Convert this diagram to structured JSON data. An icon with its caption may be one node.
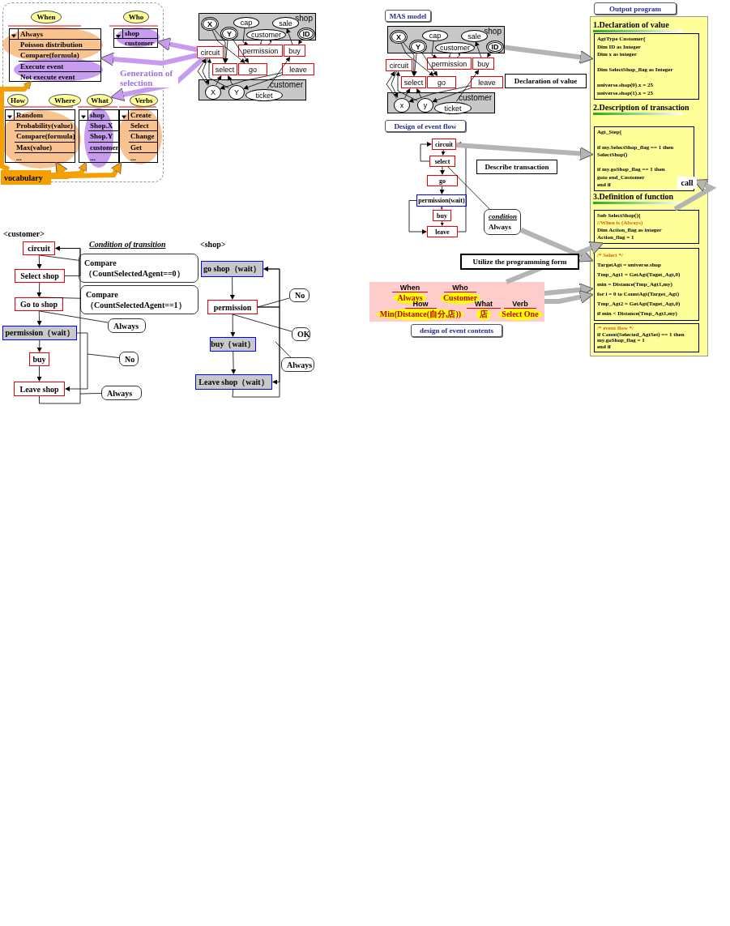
{
  "diagram": {
    "nodes": [
      {
        "text": [],
        "shape": "box"
      },
      {
        "text": [
          "When"
        ],
        "in": 0
      },
      {
        "text": [
          "Who"
        ],
        "in": 0
      },
      {
        "text": [
          "Always",
          "Poisson distribution",
          "Compare(formula)",
          "Execute event",
          "Not execute event"
        ],
        "in": 0
      },
      {
        "text": [
          "shop",
          "customer"
        ],
        "in": 0
      },
      {
        "text": [
          "How"
        ],
        "in": 0
      },
      {
        "text": [
          "Where"
        ],
        "in": 0
      },
      {
        "text": [
          "What"
        ],
        "in": 0
      },
      {
        "text": [
          "Verbs"
        ],
        "in": 0
      },
      {
        "text": [
          "Random",
          "Probability(value)",
          "Compare(formula)",
          "Max(value)",
          "..."
        ],
        "in": 0
      },
      {
        "text": [
          "shop",
          "Shop.X",
          "Shop.Y",
          "customer",
          "..."
        ],
        "in": 0
      },
      {
        "text": [
          "Create",
          "Select",
          "Change",
          "Get",
          "..."
        ],
        "in": 0
      },
      {
        "text": [
          "vocabulary"
        ],
        "in": 0
      },
      {
        "text": [
          "shop"
        ]
      },
      {
        "text": [
          "X"
        ],
        "in": 13
      },
      {
        "text": [
          "cap"
        ],
        "in": 13
      },
      {
        "text": [
          "sale"
        ],
        "in": 13
      },
      {
        "text": [
          "Y"
        ],
        "in": 13
      },
      {
        "text": [
          "customer"
        ],
        "in": 13
      },
      {
        "text": [
          "ID"
        ],
        "in": 13
      },
      {
        "text": [
          "circuit"
        ]
      },
      {
        "text": [
          "permission"
        ]
      },
      {
        "text": [
          "buy"
        ]
      },
      {
        "text": [
          "select"
        ]
      },
      {
        "text": [
          "go"
        ]
      },
      {
        "text": [
          "leave"
        ]
      },
      {
        "text": [
          "customer"
        ]
      },
      {
        "text": [
          "X"
        ],
        "in": 26
      },
      {
        "text": [
          "Y"
        ],
        "in": 26
      },
      {
        "text": [
          "ticket"
        ],
        "in": 26
      },
      {
        "text": [
          "circuit"
        ]
      },
      {
        "text": [
          "Select shop"
        ]
      },
      {
        "text": [
          "Go to shop"
        ]
      },
      {
        "text": [
          "permission（wait）"
        ]
      },
      {
        "text": [
          "buy"
        ]
      },
      {
        "text": [
          "Leave shop"
        ]
      },
      {
        "text": [
          "Compare （CountSelectedAgent==0）"
        ]
      },
      {
        "text": [
          "Compare （CountSelectedAgent==1）"
        ]
      },
      {
        "text": [
          "Always"
        ]
      },
      {
        "text": [
          "No"
        ]
      },
      {
        "text": [
          "Always"
        ]
      },
      {
        "text": [
          "go shop（wait）"
        ]
      },
      {
        "text": [
          "permission"
        ]
      },
      {
        "text": [
          "buy（wait）"
        ]
      },
      {
        "text": [
          "Leave shop（wait）"
        ]
      },
      {
        "text": [
          "No"
        ]
      },
      {
        "text": [
          "OK"
        ]
      },
      {
        "text": [
          "Always"
        ]
      },
      {
        "text": [
          "MAS model"
        ]
      },
      {
        "text": [
          "shop"
        ]
      },
      {
        "text": [
          "X"
        ],
        "in": 49
      },
      {
        "text": [
          "cap"
        ],
        "in": 49
      },
      {
        "text": [
          "sale"
        ],
        "in": 49
      },
      {
        "text": [
          "Y"
        ],
        "in": 49
      },
      {
        "text": [
          "customer"
        ],
        "in": 49
      },
      {
        "text": [
          "ID"
        ],
        "in": 49
      },
      {
        "text": [
          "circuit"
        ]
      },
      {
        "text": [
          "permission"
        ]
      },
      {
        "text": [
          "buy"
        ]
      },
      {
        "text": [
          "select"
        ]
      },
      {
        "text": [
          "go"
        ]
      },
      {
        "text": [
          "leave"
        ]
      },
      {
        "text": [
          "customer"
        ]
      },
      {
        "text": [
          "x"
        ],
        "in": 62
      },
      {
        "text": [
          "y"
        ],
        "in": 62
      },
      {
        "text": [
          "ticket"
        ],
        "in": 62
      },
      {
        "text": [
          "Design of event flow"
        ]
      },
      {
        "text": [
          "circuit"
        ]
      },
      {
        "text": [
          "select"
        ]
      },
      {
        "text": [
          "go"
        ]
      },
      {
        "text": [
          "permission(wait)"
        ]
      },
      {
        "text": [
          "buy"
        ]
      },
      {
        "text": [
          "leave"
        ]
      },
      {
        "text": [
          "condition",
          "Always"
        ]
      },
      {
        "text": [
          "Output program"
        ]
      },
      {
        "text": [
          "1.Declaration of value",
          "2.Description of transaction",
          "3.Definition of function"
        ]
      },
      {
        "text": [
          "AgtType Customer{",
          "Dim ID as Integer",
          "Dim x as integer",
          "Dim SelectShop_flag as Integer",
          "universe.shop(0).x = 25",
          "universe.shop(1).x = 25"
        ],
        "in": 75
      },
      {
        "text": [
          "Agt_Step{",
          "if my.SelectShop_flag == 1 then",
          "SelectShop()",
          "if my.goShop_flag == 1 then",
          "goto end_Customer",
          "end if"
        ],
        "in": 75
      },
      {
        "text": [
          "Sub SelectShop(){",
          "//When is (Always)",
          "Dim Action_flag as integer",
          "Action_flag = 1"
        ],
        "in": 75
      },
      {
        "text": [
          "/* Select */",
          "TargetAgt = universe.shop",
          "Tmp_Agt1 = GetAgt(Taget_Agt,0)",
          "min = Distance(Tmp_Agt1,my)",
          "for i = 0 to CountAgt(Target_Agt)",
          "Tmp_Agt2 = GetAgt(Taget_Agt,0)",
          "if min < Distance(Tmp_Agt1,my)"
        ],
        "in": 75
      },
      {
        "text": [
          "/* event flow */",
          "if Count(Selected_AgtSet) == 1 then",
          "my.goShop_flag = 1",
          "end if"
        ],
        "in": 75
      },
      {
        "text": [],
        "shape": "box"
      },
      {
        "text": [
          "When",
          "Always"
        ],
        "in": 81
      },
      {
        "text": [
          "Who",
          "Customer"
        ],
        "in": 81
      },
      {
        "text": [
          "How",
          "Min(Distance(自分,店))"
        ],
        "in": 81
      },
      {
        "text": [
          "What",
          "店"
        ],
        "in": 81
      },
      {
        "text": [
          "Verb",
          "Select One"
        ],
        "in": 81
      },
      {
        "text": [
          "design of event contents"
        ]
      }
    ],
    "edges": [
      {
        "from": 20,
        "to": 4,
        "arrow": "to",
        "style": "thick",
        "color": "#c79cf0"
      },
      {
        "from": 20,
        "to": 3,
        "arrow": "to",
        "style": "thick",
        "color": "#c79cf0",
        "label": "Generation of selection"
      },
      {
        "from": 20,
        "to": 7,
        "arrow": "to",
        "style": "thick",
        "color": "#c79cf0"
      },
      {
        "from": 12,
        "to": 3,
        "arrow": "to",
        "style": "thick",
        "color": "#f5a000"
      },
      {
        "from": 12,
        "to": 9,
        "arrow": "to",
        "style": "thick",
        "color": "#f5a000"
      },
      {
        "from": 12,
        "to": 10,
        "arrow": "to",
        "style": "thick",
        "color": "#f5a000"
      },
      {
        "from": 12,
        "to": 11,
        "arrow": "to",
        "style": "thick",
        "color": "#f5a000"
      },
      {
        "from": 14,
        "to": 23,
        "arrow": "to"
      },
      {
        "from": 14,
        "to": 24,
        "arrow": "to"
      },
      {
        "from": 17,
        "to": 23,
        "arrow": "to"
      },
      {
        "from": 17,
        "to": 24,
        "arrow": "to"
      },
      {
        "from": 15,
        "to": 21,
        "arrow": "to"
      },
      {
        "from": 18,
        "to": 21,
        "arrow": "to"
      },
      {
        "from": 21,
        "to": 18,
        "arrow": "to"
      },
      {
        "from": 19,
        "to": 22,
        "arrow": "to"
      },
      {
        "from": 22,
        "to": 16,
        "arrow": "to"
      },
      {
        "from": 20,
        "to": 27,
        "arrow": "to"
      },
      {
        "from": 27,
        "to": 20,
        "arrow": "to"
      },
      {
        "from": 28,
        "to": 20,
        "arrow": "to"
      },
      {
        "from": 27,
        "to": 23,
        "arrow": "to"
      },
      {
        "from": 28,
        "to": 23,
        "arrow": "to"
      },
      {
        "from": 25,
        "to": 27,
        "arrow": "to"
      },
      {
        "from": 25,
        "to": 28,
        "arrow": "to"
      },
      {
        "from": 29,
        "to": 22,
        "arrow": "to"
      },
      {
        "from": 30,
        "to": 31,
        "arrow": "to"
      },
      {
        "from": 31,
        "to": 32,
        "arrow": "to"
      },
      {
        "from": 32,
        "to": 33,
        "arrow": "to"
      },
      {
        "from": 33,
        "to": 34,
        "arrow": "to"
      },
      {
        "from": 34,
        "to": 35,
        "arrow": "to"
      },
      {
        "from": 31,
        "to": 30,
        "arrow": "to"
      },
      {
        "from": 35,
        "to": 30,
        "arrow": "to"
      },
      {
        "from": 33,
        "to": 35,
        "arrow": "to"
      },
      {
        "from": 36,
        "to": 30,
        "arrow": "none"
      },
      {
        "from": 37,
        "to": 32,
        "arrow": "none"
      },
      {
        "from": 38,
        "to": 32,
        "arrow": "none"
      },
      {
        "from": 39,
        "to": null,
        "arrow": "none"
      },
      {
        "from": 40,
        "to": null,
        "arrow": "none"
      },
      {
        "from": 41,
        "to": 42,
        "arrow": "to"
      },
      {
        "from": 42,
        "to": 43,
        "arrow": "to"
      },
      {
        "from": 43,
        "to": 44,
        "arrow": "to"
      },
      {
        "from": 42,
        "to": 41,
        "arrow": "to"
      },
      {
        "from": 44,
        "to": 41,
        "arrow": "to"
      },
      {
        "from": 42,
        "to": 44,
        "arrow": "to"
      },
      {
        "from": 45,
        "to": 42,
        "arrow": "none"
      },
      {
        "from": 46,
        "to": 42,
        "arrow": "none"
      },
      {
        "from": 47,
        "to": null,
        "arrow": "none"
      },
      {
        "from": 50,
        "to": 59,
        "arrow": "to"
      },
      {
        "from": 50,
        "to": 60,
        "arrow": "to"
      },
      {
        "from": 53,
        "to": 59,
        "arrow": "to"
      },
      {
        "from": 53,
        "to": 60,
        "arrow": "to"
      },
      {
        "from": 51,
        "to": 57,
        "arrow": "to"
      },
      {
        "from": 54,
        "to": 57,
        "arrow": "to"
      },
      {
        "from": 57,
        "to": 54,
        "arrow": "to"
      },
      {
        "from": 55,
        "to": 58,
        "arrow": "to"
      },
      {
        "from": 58,
        "to": 52,
        "arrow": "to"
      },
      {
        "from": 56,
        "to": 63,
        "arrow": "to"
      },
      {
        "from": 63,
        "to": 56,
        "arrow": "to"
      },
      {
        "from": 64,
        "to": 56,
        "arrow": "to"
      },
      {
        "from": 63,
        "to": 59,
        "arrow": "to"
      },
      {
        "from": 64,
        "to": 59,
        "arrow": "to"
      },
      {
        "from": 61,
        "to": 63,
        "arrow": "to"
      },
      {
        "from": 61,
        "to": 64,
        "arrow": "to"
      },
      {
        "from": 65,
        "to": 58,
        "arrow": "to"
      },
      {
        "from": 67,
        "to": 68,
        "arrow": "to"
      },
      {
        "from": 68,
        "to": 69,
        "arrow": "to"
      },
      {
        "from": 69,
        "to": 70,
        "arrow": "to"
      },
      {
        "from": 70,
        "to": 71,
        "arrow": "to"
      },
      {
        "from": 71,
        "to": 72,
        "arrow": "to"
      },
      {
        "from": 68,
        "to": 67,
        "arrow": "to"
      },
      {
        "from": 72,
        "to": 67,
        "arrow": "to"
      },
      {
        "from": 70,
        "to": 72,
        "arrow": "to"
      },
      {
        "from": 73,
        "to": 68,
        "arrow": "none"
      },
      {
        "from": 49,
        "to": 76,
        "arrow": "to",
        "style": "thick",
        "color": "#b4b4b4",
        "label": "Declaration of value"
      },
      {
        "from": 67,
        "to": 77,
        "arrow": "to",
        "style": "thick",
        "color": "#b4b4b4",
        "label": "Describe transaction"
      },
      {
        "from": 73,
        "to": 79,
        "arrow": "to",
        "style": "thick",
        "color": "#b4b4b4"
      },
      {
        "from": 81,
        "to": 78,
        "arrow": "to",
        "style": "thick",
        "color": "#b4b4b4",
        "label": "Utilize the programming form"
      },
      {
        "from": 81,
        "to": 79,
        "arrow": "to",
        "style": "thick",
        "color": "#b4b4b4"
      },
      {
        "from": 81,
        "to": 79,
        "arrow": "to",
        "style": "thick",
        "color": "#b4b4b4"
      },
      {
        "from": 78,
        "to": 77,
        "arrow": "to",
        "style": "thick",
        "color": "#b4b4b4",
        "label": "call"
      }
    ],
    "labels": [
      "<customer>",
      "Condition of transition",
      "<shop>"
    ]
  }
}
